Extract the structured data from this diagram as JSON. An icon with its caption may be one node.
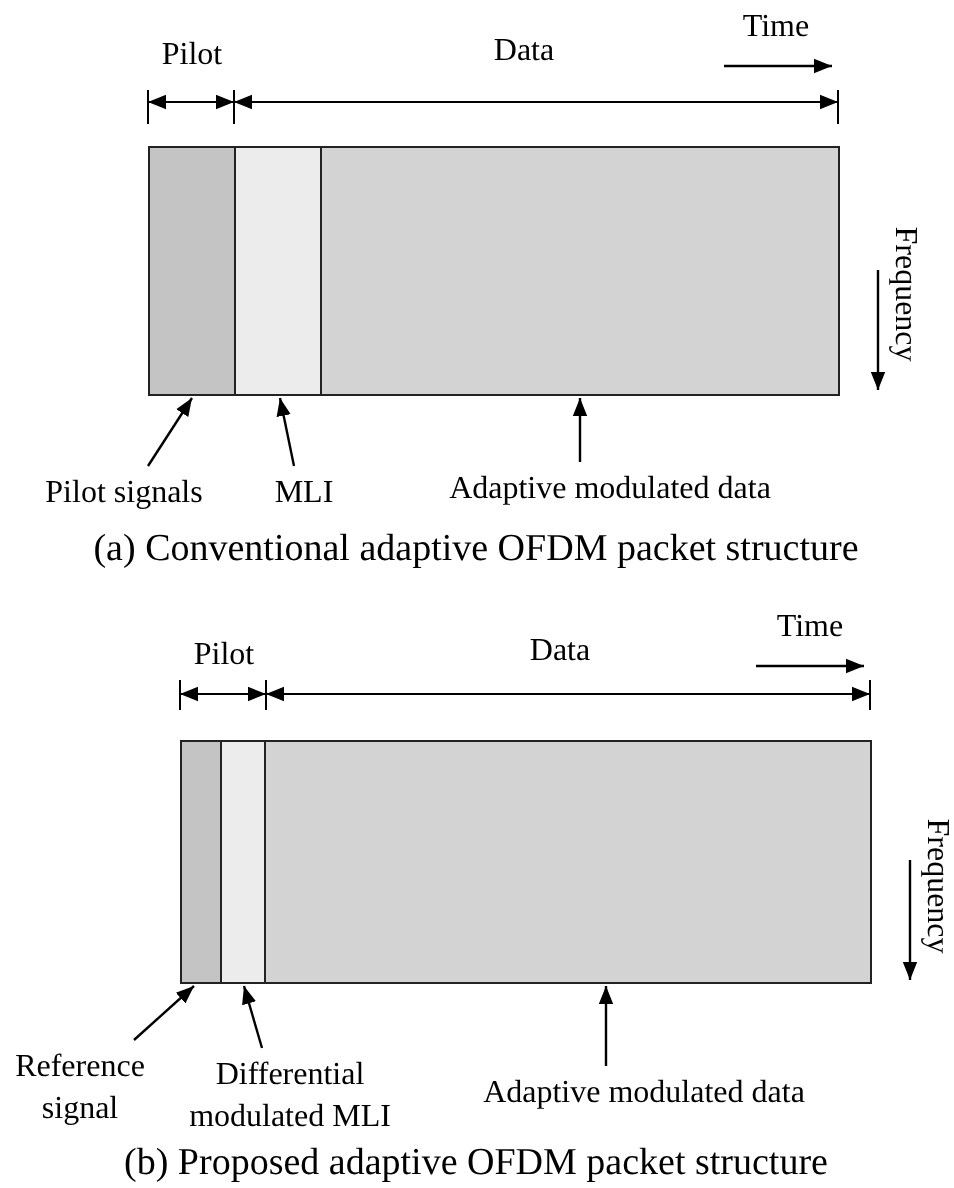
{
  "diagram": {
    "nodes": [
      {
        "text": [],
        "shape": "box"
      },
      {
        "text": [],
        "shape": "box"
      },
      {
        "text": [],
        "shape": "box"
      },
      {
        "text": [
          "Pilot signals"
        ]
      },
      {
        "text": [
          "MLI"
        ]
      },
      {
        "text": [
          "Adaptive modulated data"
        ]
      },
      {
        "text": [],
        "shape": "box"
      },
      {
        "text": [],
        "shape": "box"
      },
      {
        "text": [],
        "shape": "box"
      },
      {
        "text": [
          "Reference signal"
        ]
      },
      {
        "text": [
          "Differential modulated MLI"
        ]
      },
      {
        "text": [
          "Adaptive modulated data"
        ]
      }
    ],
    "edges": [
      {
        "from": 3,
        "to": 0,
        "arrow": "to"
      },
      {
        "from": 4,
        "to": 1,
        "arrow": "to"
      },
      {
        "from": 5,
        "to": 2,
        "arrow": "to"
      },
      {
        "from": 9,
        "to": 6,
        "arrow": "to"
      },
      {
        "from": 10,
        "to": 7,
        "arrow": "to"
      },
      {
        "from": 11,
        "to": 8,
        "arrow": "to"
      }
    ],
    "labels": [
      "Pilot",
      "Data",
      "Time",
      "Frequency",
      "(a) Conventional adaptive OFDM packet structure",
      "Pilot",
      "Data",
      "Time",
      "Frequency",
      "(b) Proposed adaptive OFDM packet structure"
    ]
  }
}
